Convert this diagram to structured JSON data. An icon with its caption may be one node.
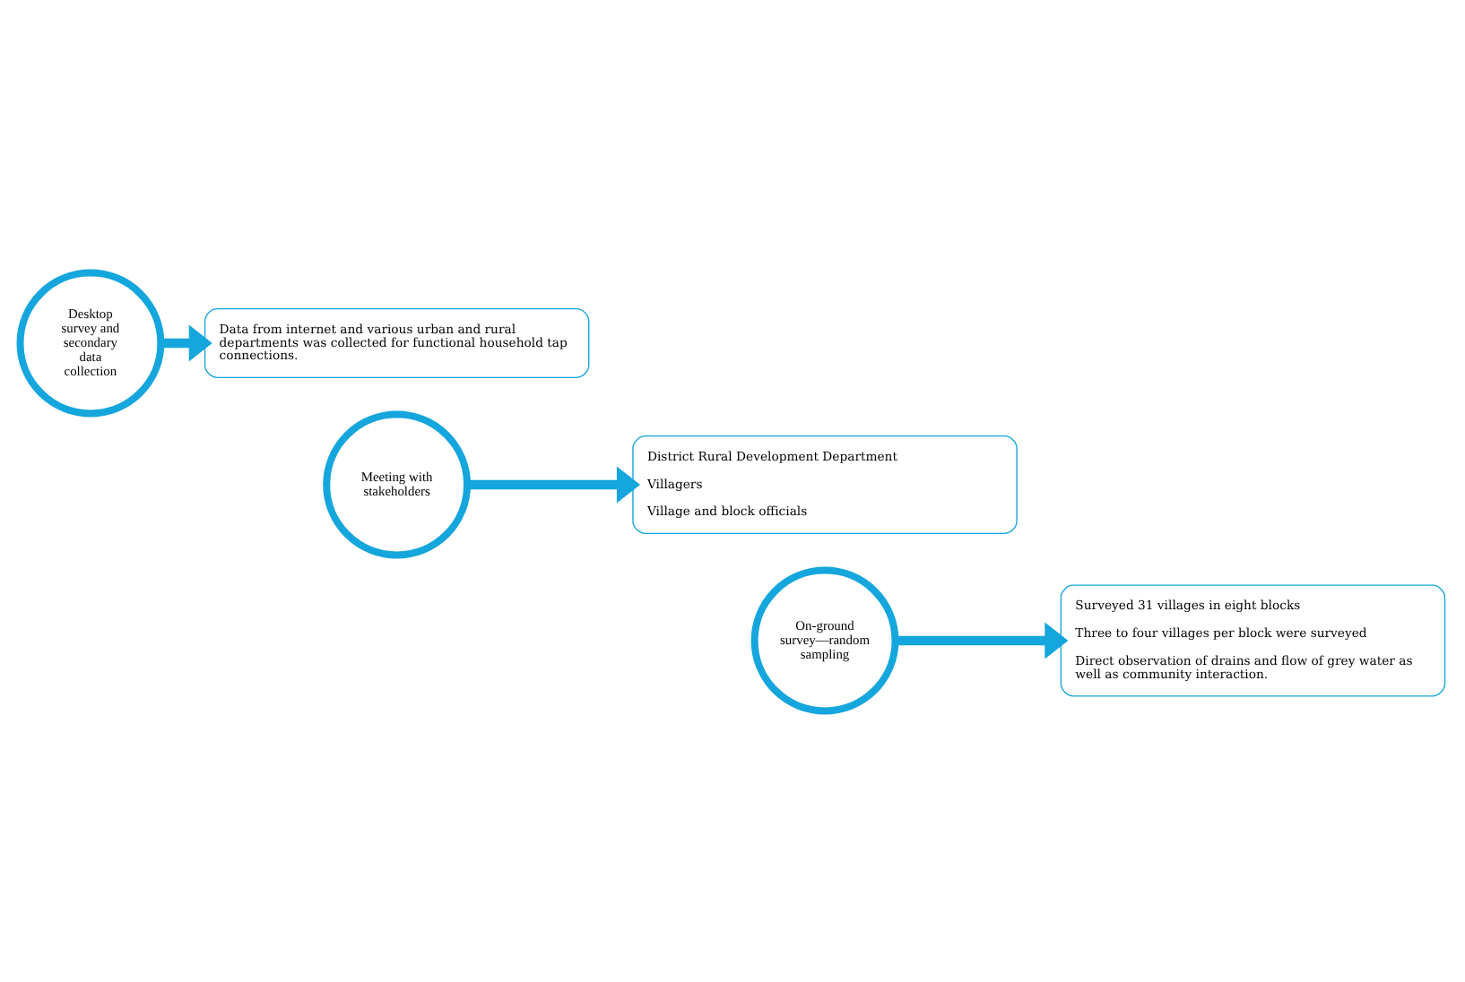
{
  "diagram": {
    "nodes": [
      {
        "text": [
          "Desktop survey and secondary data collection"
        ]
      },
      {
        "text": [
          "Data from internet and various urban and rural departments was collected for functional household tap connections."
        ]
      },
      {
        "text": [
          "Meeting with stakeholders"
        ]
      },
      {
        "text": [
          "District Rural Development Department",
          "Villagers",
          "Village and block officials"
        ]
      },
      {
        "text": [
          "On-ground survey—random sampling"
        ]
      },
      {
        "text": [
          "Surveyed 31 villages in eight blocks",
          "Three to four villages per block were surveyed",
          "Direct observation of drains and flow of grey water as well as community interaction."
        ]
      }
    ],
    "edges": [
      {
        "from": 0,
        "to": 1,
        "arrow": "to"
      },
      {
        "from": 2,
        "to": 3,
        "arrow": "to"
      },
      {
        "from": 4,
        "to": 5,
        "arrow": "to"
      }
    ]
  }
}
